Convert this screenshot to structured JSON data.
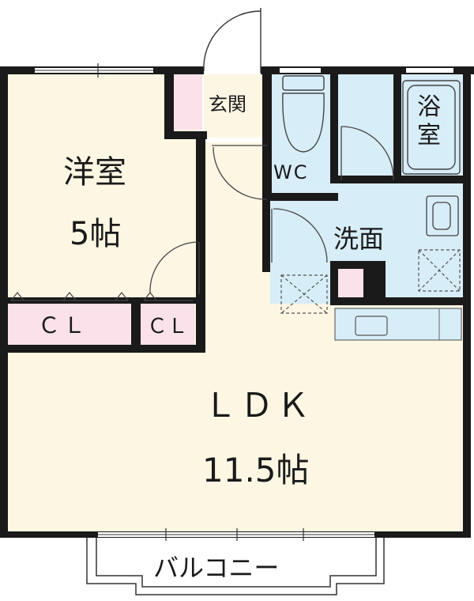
{
  "rooms": {
    "western_room": {
      "name": "洋室",
      "size": "5帖"
    },
    "entrance": {
      "name": "玄関"
    },
    "wc": {
      "name": "WC"
    },
    "bathroom": {
      "name": "浴室"
    },
    "washroom": {
      "name": "洗面"
    },
    "closet_large": {
      "name": "ＣＬ"
    },
    "closet_small": {
      "name": "ＣＬ"
    },
    "ldk": {
      "name": "ＬＤＫ",
      "size": "11.5帖"
    },
    "balcony": {
      "name": "バルコニー"
    }
  },
  "colors": {
    "wall": "#1a1a1a",
    "floor_wood": "#fcf6e3",
    "floor_wet": "#d7edf8",
    "closet": "#fbe1ea",
    "line": "#333333"
  }
}
